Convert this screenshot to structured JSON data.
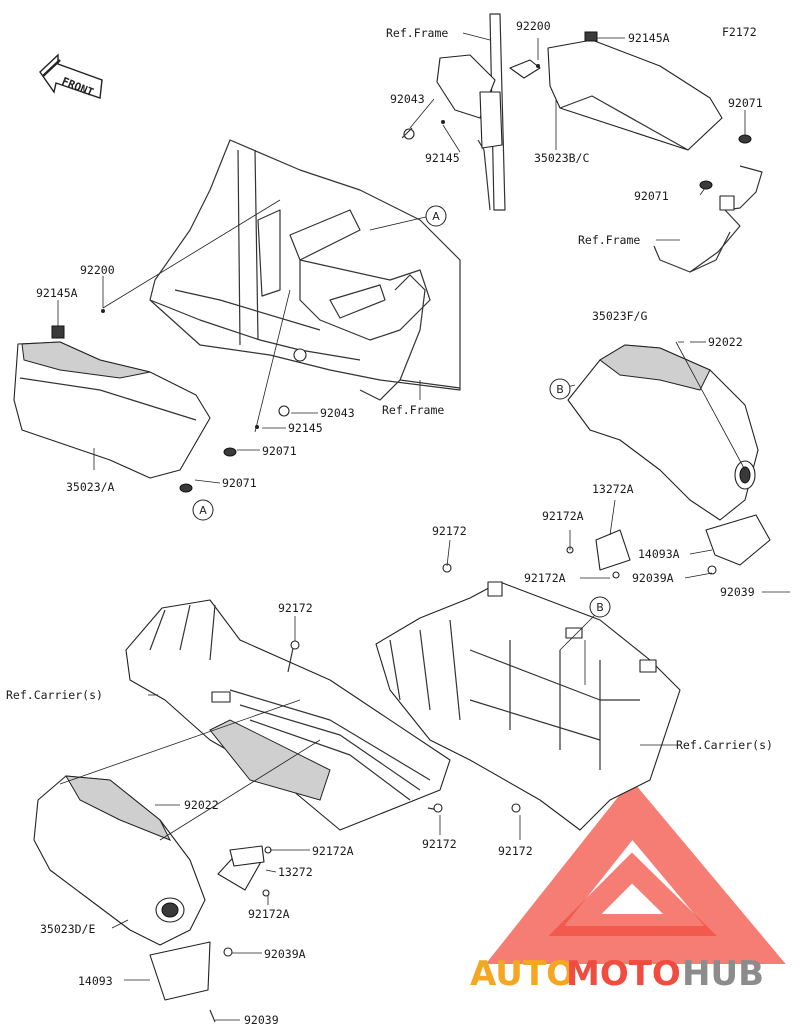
{
  "figure_code": "F2172",
  "front_label": "FRONT",
  "callouts": {
    "a": "A",
    "b": "B"
  },
  "labels": {
    "ref_frame_top": "Ref.Frame",
    "n92200_top": "92200",
    "n92145a_top": "92145A",
    "n92043_top": "92043",
    "n92145_top": "92145",
    "n35023bc": "35023B/C",
    "n92071_top_r": "92071",
    "n92071_top_b": "92071",
    "ref_frame_right": "Ref.Frame",
    "n92200_left": "92200",
    "n92145a_left": "92145A",
    "n92043_mid": "92043",
    "n92145_mid": "92145",
    "ref_frame_mid": "Ref.Frame",
    "n92071_mid1": "92071",
    "n35023a": "35023/A",
    "n92071_mid2": "92071",
    "n35023fg": "35023F/G",
    "n92022_right": "92022",
    "n13272a": "13272A",
    "n92172a_r1": "92172A",
    "n14093a": "14093A",
    "n92172a_r2": "92172A",
    "n92039a_r": "92039A",
    "n92039_r": "92039",
    "n92172_ctr": "92172",
    "n92172_left_top": "92172",
    "ref_carrier_left": "Ref.Carrier(s)",
    "ref_carrier_right": "Ref.Carrier(s)",
    "n92022_left": "92022",
    "n92172a_l1": "92172A",
    "n13272": "13272",
    "n92172_l_bottom": "92172",
    "n92172_r_bottom": "92172",
    "n35023de": "35023D/E",
    "n92172a_l2": "92172A",
    "n92039a_l": "92039A",
    "n14093": "14093",
    "n92039_l": "92039"
  },
  "watermark": {
    "part1": "AUTO",
    "part2": "MOTO",
    "part3": "HUB",
    "color_orange": "#f5a623",
    "color_red": "#f24b3f",
    "color_gray": "#8c8c8c"
  }
}
